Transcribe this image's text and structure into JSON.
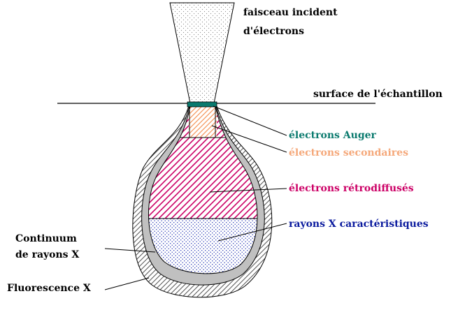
{
  "labels": {
    "beam_line1": "faisceau incident",
    "beam_line2": "d'électrons",
    "surface": "surface de l'échantillon",
    "auger": "électrons Auger",
    "secondary": "électrons secondaires",
    "backscattered": "électrons rétrodiffusés",
    "characteristic_xrays": "rayons X caractéristiques",
    "continuum_line1": "Continuum",
    "continuum_line2": "de rayons X",
    "fluorescence": "Fluorescence X"
  },
  "colors": {
    "auger": "#0a7a6e",
    "secondary": "#f5a87a",
    "backscattered": "#cc0066",
    "characteristic_xrays": "#0a1a9e",
    "outline": "#000000",
    "shell_gray": "#c0c0c0"
  }
}
